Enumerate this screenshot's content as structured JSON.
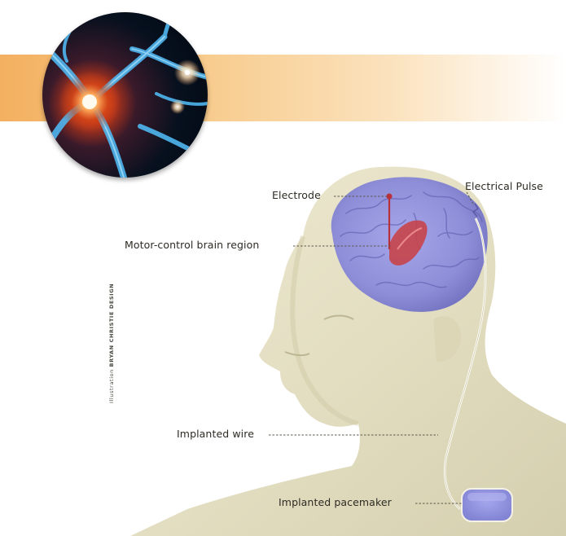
{
  "labels": {
    "electrode": "Electrode",
    "electrical_pulse": "Electrical Pulse",
    "motor_region": "Motor-control brain region",
    "implanted_wire": "Implanted wire",
    "implanted_pacemaker": "Implanted pacemaker"
  },
  "credit": {
    "prefix": "Illustration",
    "artist": "BRYAN CHRISTIE DESIGN"
  },
  "colors": {
    "banner_orange": "#f3b060",
    "skin": "#e6e1c6",
    "brain": "#8f8fd8",
    "motor_region": "#c8444a",
    "pacemaker": "#8d8fdc"
  }
}
